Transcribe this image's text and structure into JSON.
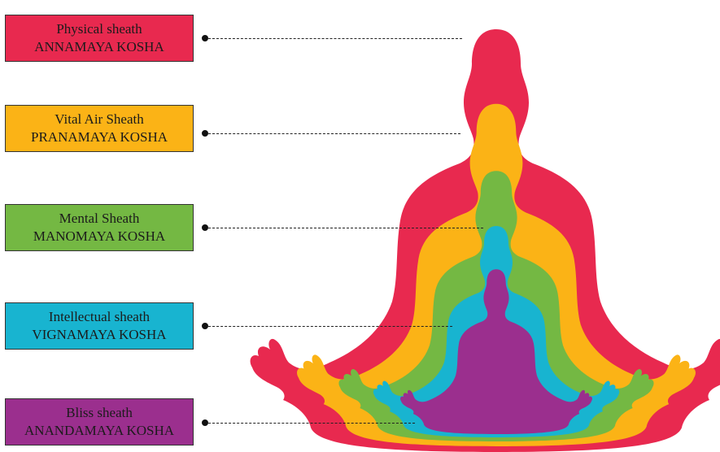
{
  "sheaths": [
    {
      "title": "Physical sheath",
      "subtitle": "ANNAMAYA KOSHA",
      "color": "#e8294f"
    },
    {
      "title": "Vital Air Sheath",
      "subtitle": "PRANAMAYA KOSHA",
      "color": "#fbb316"
    },
    {
      "title": "Mental Sheath",
      "subtitle": "MANOMAYA KOSHA",
      "color": "#74b843"
    },
    {
      "title": "Intellectual sheath",
      "subtitle": "VIGNAMAYA KOSHA",
      "color": "#18b4d0"
    },
    {
      "title": "Bliss sheath",
      "subtitle": "ANANDAMAYA KOSHA",
      "color": "#9b2f8e"
    }
  ]
}
